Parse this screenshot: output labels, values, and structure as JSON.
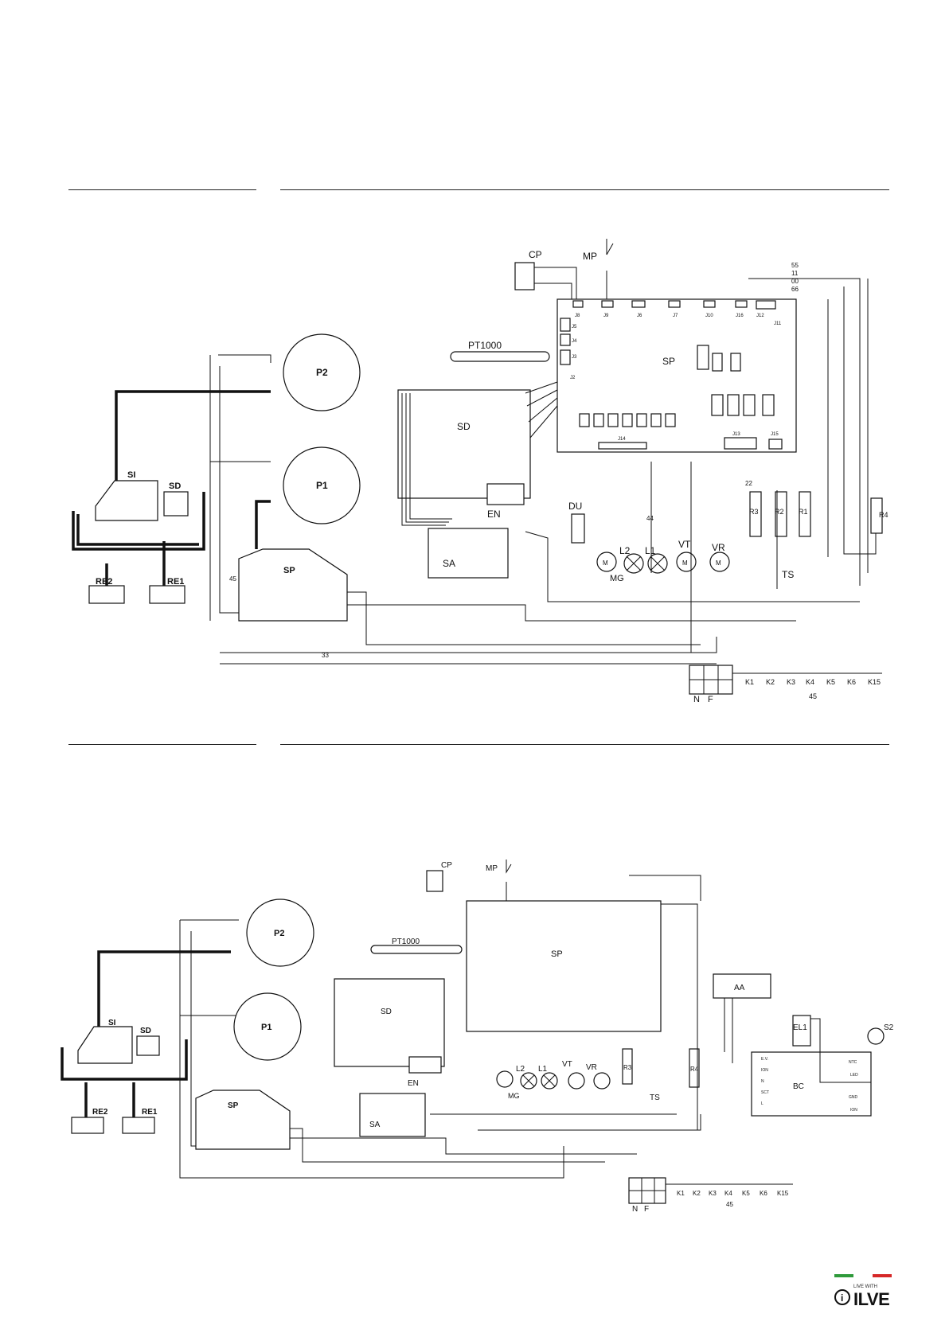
{
  "diagram1": {
    "components": {
      "CP": "CP",
      "MP": "MP",
      "PT1000": "PT1000",
      "SP_main": "SP",
      "SD": "SD",
      "SA": "SA",
      "EN": "EN",
      "DU": "DU",
      "P2": "P2",
      "P1": "P1",
      "SI": "SI",
      "SD_small": "SD",
      "RE2": "RE2",
      "RE1": "RE1",
      "SP_small": "SP",
      "L2": "L2",
      "L1": "L1",
      "MG": "MG",
      "VT": "VT",
      "VR": "VR",
      "R3": "R3",
      "R2": "R2",
      "R1": "R1",
      "R4": "R4",
      "TS": "TS"
    },
    "connectors": [
      "J8",
      "J9",
      "J6",
      "J7",
      "J10",
      "J16",
      "J12",
      "J5",
      "J4",
      "J3",
      "J2",
      "J11",
      "J13",
      "J15",
      "J14"
    ],
    "wire_numbers": {
      "w55": "55",
      "w11": "11",
      "w00": "00",
      "w66": "66",
      "w33": "33",
      "w44": "44",
      "w22": "22",
      "w45": "45"
    },
    "terminals": {
      "N": "N",
      "F": "F",
      "keys": [
        "K1",
        "K2",
        "K3",
        "K4",
        "K5",
        "K6",
        "K15"
      ],
      "bus": "45"
    }
  },
  "diagram2": {
    "components": {
      "CP": "CP",
      "MP": "MP",
      "PT1000": "PT1000",
      "SP_main": "SP",
      "SD": "SD",
      "SA": "SA",
      "EN": "EN",
      "P2": "P2",
      "P1": "P1",
      "SI": "SI",
      "SD_small": "SD",
      "RE2": "RE2",
      "RE1": "RE1",
      "SP_small": "SP",
      "L2": "L2",
      "L1": "L1",
      "MG": "MG",
      "VT": "VT",
      "VR": "VR",
      "R3": "R3",
      "R4": "R4",
      "TS": "TS",
      "AA": "AA",
      "EL1": "EL1",
      "BC": "BC",
      "S2": "S2"
    },
    "bc_pins": [
      "E.V.",
      "ION",
      "N",
      "SCT",
      "L",
      "NTC",
      "LED",
      "GND",
      "ION"
    ],
    "terminals": {
      "N": "N",
      "F": "F",
      "keys": [
        "K1",
        "K2",
        "K3",
        "K4",
        "K5",
        "K6",
        "K15"
      ],
      "bus": "45"
    }
  },
  "brand": {
    "tagline": "LIVE WITH",
    "name": "ILVE",
    "flag_green": "#2f9a3b",
    "flag_red": "#d62828"
  }
}
